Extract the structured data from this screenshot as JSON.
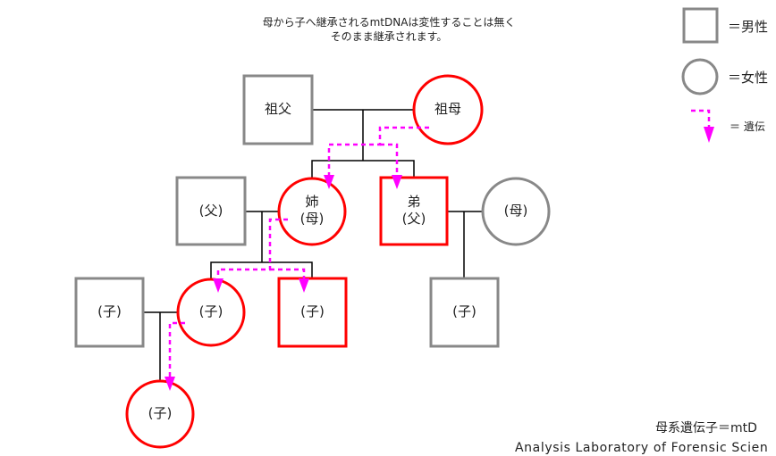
{
  "note": {
    "line1": "母から子へ継承されるmtDNAは変性することは無く",
    "line2": "そのまま継承されます。"
  },
  "legend": {
    "male": "＝男性",
    "female": "＝女性",
    "inheritance": "＝ 遺伝"
  },
  "people": {
    "grandfather": "祖父",
    "grandmother": "祖母",
    "sister_1": "姉",
    "sister_2": "(母)",
    "brother_1": "弟",
    "brother_2": "(父)",
    "father_in_law": "(父)",
    "mother_in_law": "(母)",
    "child_a": "(子)",
    "child_b": "(子)",
    "child_c": "(子)",
    "child_d": "(子)",
    "grandchild": "(子)"
  },
  "footer": {
    "title": "母系遺伝子＝mtD",
    "org": "Analysis Laboratory of Forensic Scien"
  },
  "colors": {
    "maternal": "#ff0000",
    "other": "#888888",
    "arrow": "#ff00ff"
  }
}
